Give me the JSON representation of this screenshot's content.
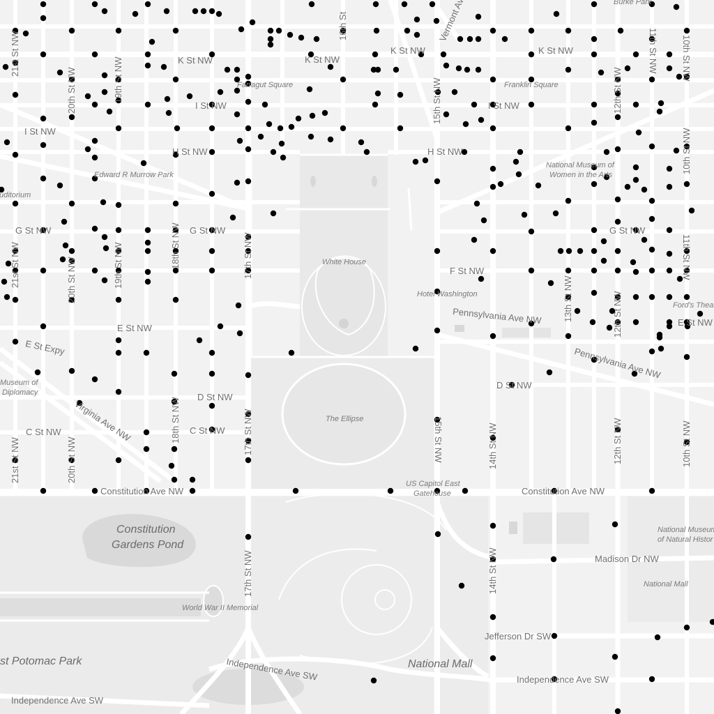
{
  "map": {
    "colors": {
      "land": "#f2f2f2",
      "park": "#e6e6e6",
      "water": "#d9d9d9",
      "road": "#ffffff",
      "point": "#000000"
    },
    "streets": {
      "k_st_1": "K St NW",
      "k_st_2": "K St NW",
      "k_st_3": "K St NW",
      "k_st_4": "K St NW",
      "i_st_1": "I St NW",
      "i_st_2": "I St NW",
      "i_st_3": "I St NW",
      "h_st_1": "H St NW",
      "h_st_2": "H St NW",
      "g_st_1": "G St NW",
      "g_st_2": "G St NW",
      "g_st_3": "G St NW",
      "f_st": "F St NW",
      "e_st_1": "E St NW",
      "e_st_2": "E St NW",
      "e_st_expy": "E St Expy",
      "d_st_1": "D St NW",
      "d_st_2": "D St NW",
      "c_st_1": "C St NW",
      "c_st_2": "C St NW",
      "constitution_1": "Constitution Ave NW",
      "constitution_2": "Constitution Ave NW",
      "pennsylvania_1": "Pennsylvania Ave NW",
      "pennsylvania_2": "Pennsylvania Ave NW",
      "virginia": "Virginia Ave NW",
      "madison": "Madison Dr NW",
      "jefferson": "Jefferson Dr SW",
      "independence_1": "Independence Ave SW",
      "independence_2": "Independence Ave SW",
      "independence_3": "Independence Ave SW",
      "st21_1": "21st St NW",
      "st21_2": "21st St NW",
      "st21_3": "21st St NW",
      "st20_1": "20th St NW",
      "st20_2": "20th St NW",
      "st20_3": "20th St NW",
      "st19": "19th St NW",
      "st19_b": "19th St NW",
      "st18_1": "18th St NW",
      "st18_2": "18th St NW",
      "st17_1": "17th St NW",
      "st17_2": "17th St NW",
      "st17_3": "17th St NW",
      "st16": "16th St",
      "st15_1": "15th St NW",
      "st15_2": "15th St NW",
      "st14_1": "14th St NW",
      "st14_2": "14th St NW",
      "st13": "13th St NW",
      "st12_1": "12th St NW",
      "st12_2": "12th St NW",
      "st12_3": "12th St NW",
      "st11": "11th St NW",
      "st11_b": "11th St NW",
      "st10_1": "10th St NW",
      "st10_2": "10th St NW",
      "st10_3": "10th St NW",
      "vermont": "Vermont Ave"
    },
    "places": {
      "burke_park": "Burke Park",
      "farragut": "Farragut Square",
      "franklin": "Franklin Square",
      "murrow": "Edward R Murrow Park",
      "auditorium": "uditorium",
      "nmwa_1": "National Museum of",
      "nmwa_2": "Women in the Arts",
      "white_house": "White House",
      "hotel_washington": "Hotel Washington",
      "fords_theatre": "Ford's Theat",
      "museum_diplomacy_1": "Museum of",
      "museum_diplomacy_2": "Diplomacy",
      "ellipse": "The Ellipse",
      "capitol_gatehouse_1": "US Capitol East",
      "capitol_gatehouse_2": "Gatehouse",
      "pond_1": "Constitution",
      "pond_2": "Gardens Pond",
      "nmnh_1": "National Museum",
      "nmnh_2": "of Natural Histor",
      "national_mall_small": "National Mall",
      "wwii": "World War II Memorial",
      "potomac_park": "st Potomac Park",
      "national_mall_big": "National Mall"
    }
  }
}
